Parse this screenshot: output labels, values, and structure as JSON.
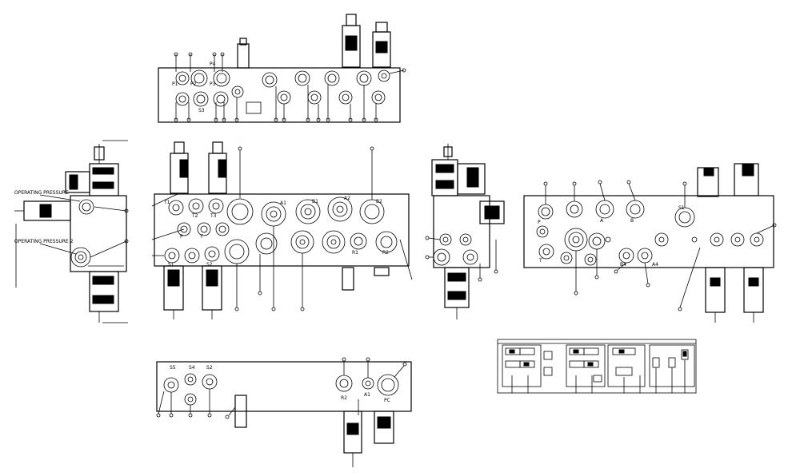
{
  "drawing": {
    "port_labels_top": [
      "P1",
      "P2",
      "P3",
      "P4",
      "S3"
    ],
    "port_labels_center": [
      "T1",
      "T2",
      "T3",
      "P",
      "T",
      "A1",
      "B1",
      "A2",
      "B2",
      "R1",
      "R2",
      "S1",
      "S2"
    ],
    "port_labels_right": [
      "P",
      "T",
      "A",
      "B",
      "A4",
      "B4",
      "S1"
    ],
    "port_labels_bottom": [
      "S5",
      "S4",
      "S2",
      "R2",
      "A1",
      "PC"
    ],
    "left_view_notes": [
      "OPERATING PRESSURE",
      "OPERATING PRESSURE 2"
    ]
  }
}
